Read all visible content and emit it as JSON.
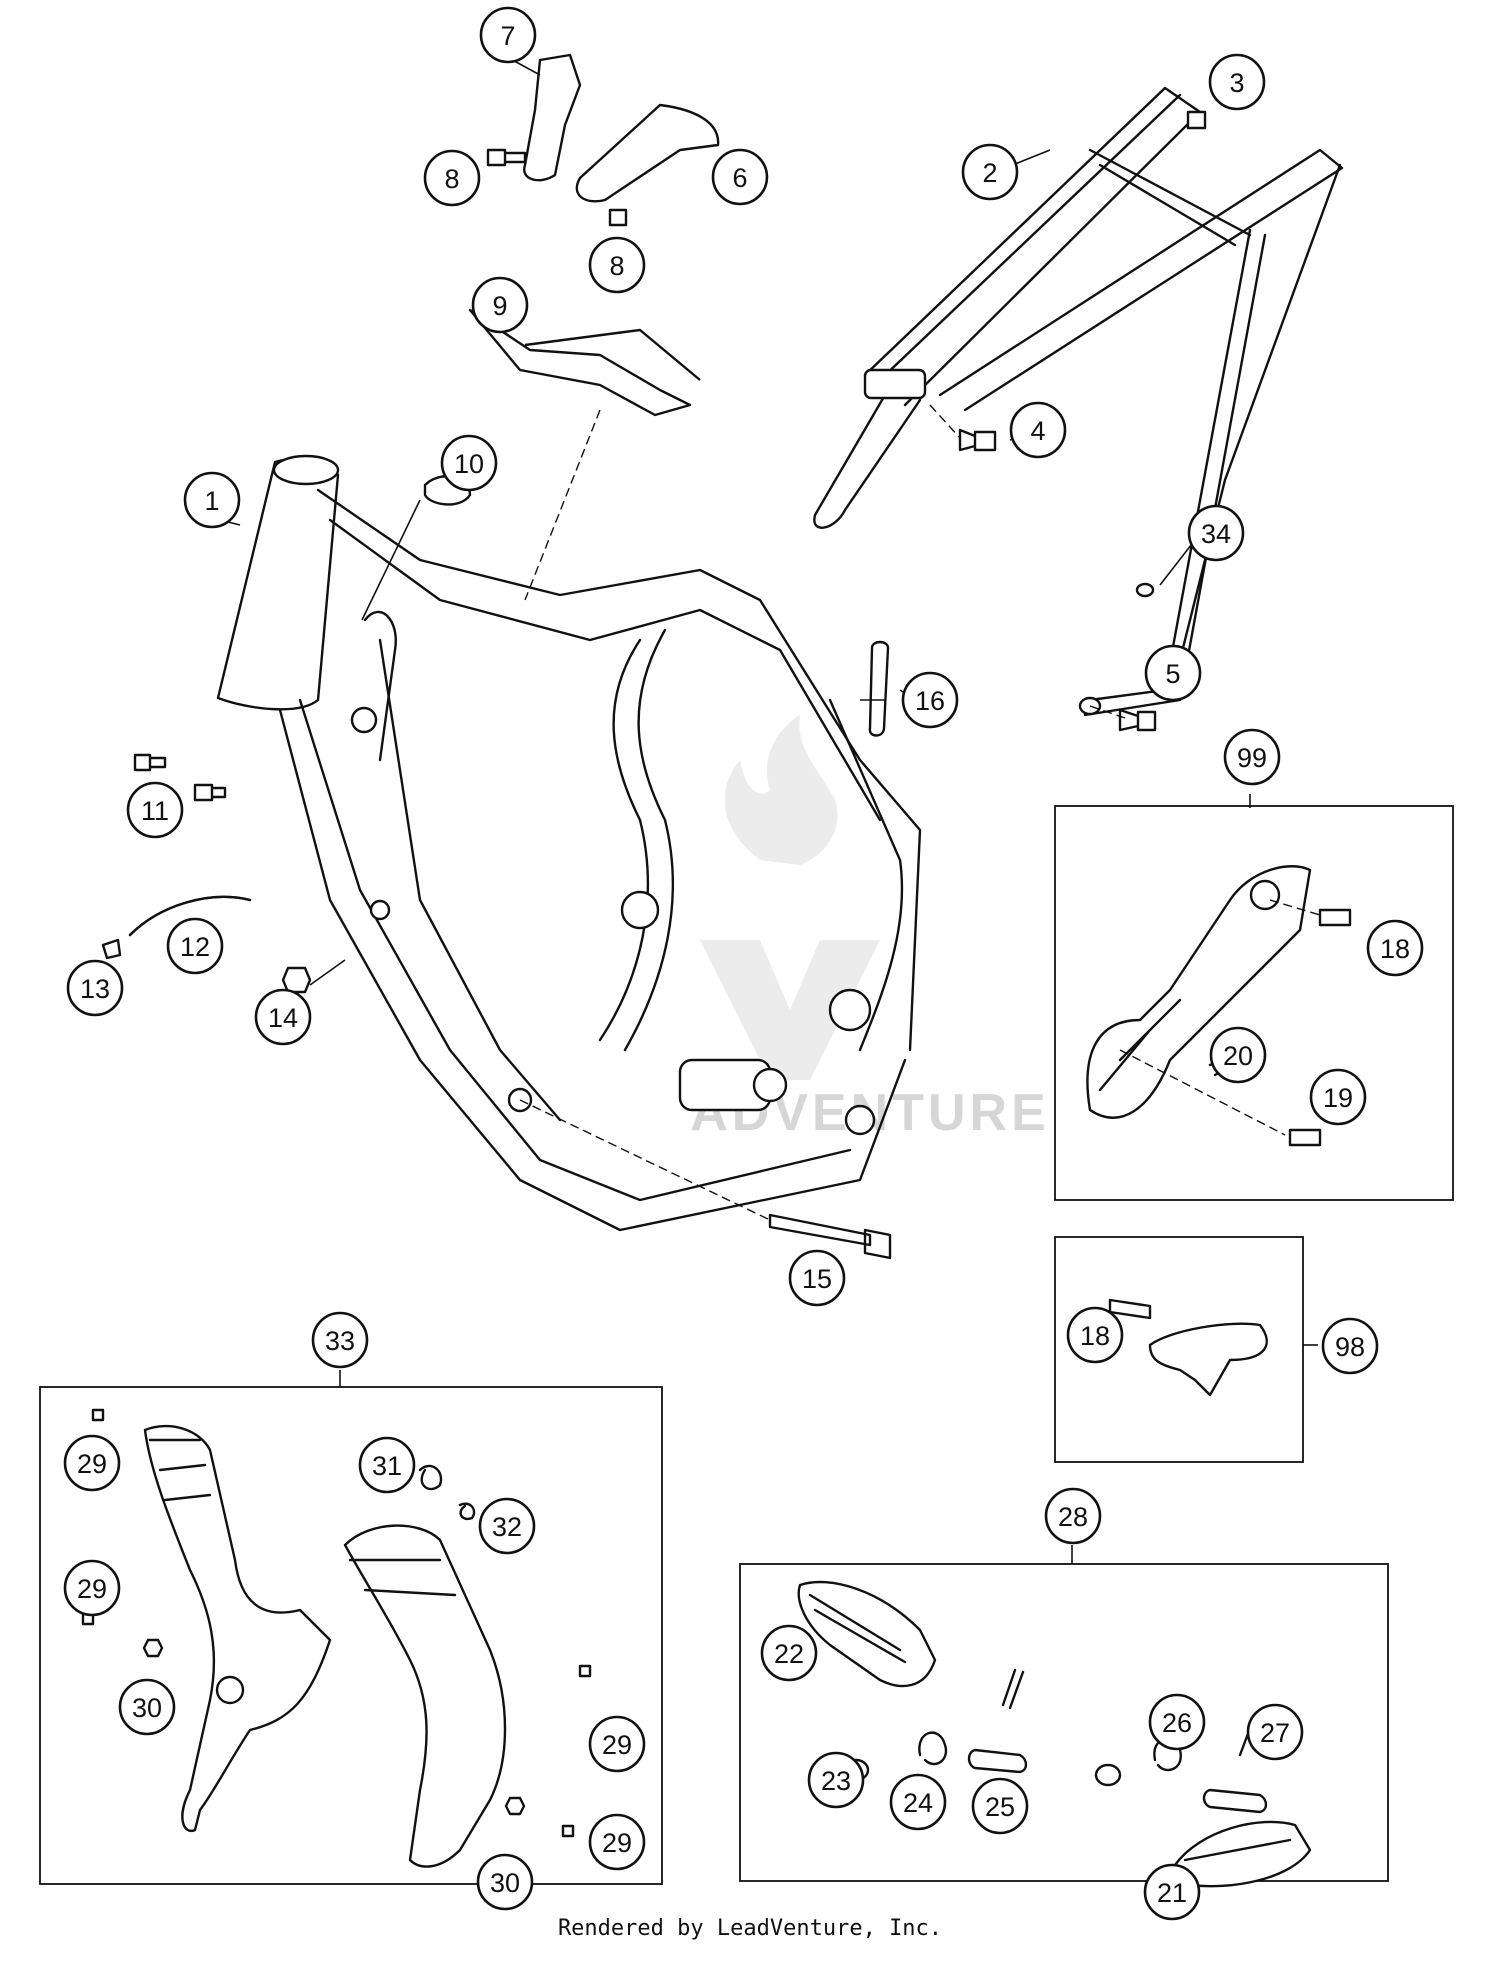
{
  "callouts": [
    {
      "label": "1"
    },
    {
      "label": "2"
    },
    {
      "label": "3"
    },
    {
      "label": "4"
    },
    {
      "label": "5"
    },
    {
      "label": "6"
    },
    {
      "label": "7"
    },
    {
      "label": "8"
    },
    {
      "label": "8"
    },
    {
      "label": "9"
    },
    {
      "label": "10"
    },
    {
      "label": "11"
    },
    {
      "label": "12"
    },
    {
      "label": "13"
    },
    {
      "label": "14"
    },
    {
      "label": "15"
    },
    {
      "label": "16"
    },
    {
      "label": "34"
    },
    {
      "label": "99"
    },
    {
      "label": "18"
    },
    {
      "label": "20"
    },
    {
      "label": "19"
    },
    {
      "label": "18"
    },
    {
      "label": "98"
    },
    {
      "label": "33"
    },
    {
      "label": "29"
    },
    {
      "label": "29"
    },
    {
      "label": "30"
    },
    {
      "label": "31"
    },
    {
      "label": "32"
    },
    {
      "label": "29"
    },
    {
      "label": "29"
    },
    {
      "label": "30"
    },
    {
      "label": "28"
    },
    {
      "label": "22"
    },
    {
      "label": "23"
    },
    {
      "label": "24"
    },
    {
      "label": "25"
    },
    {
      "label": "26"
    },
    {
      "label": "27"
    },
    {
      "label": "21"
    }
  ],
  "watermark": {
    "text": "ADVENTURE"
  },
  "footer": {
    "text": "Rendered by LeadVenture, Inc."
  }
}
